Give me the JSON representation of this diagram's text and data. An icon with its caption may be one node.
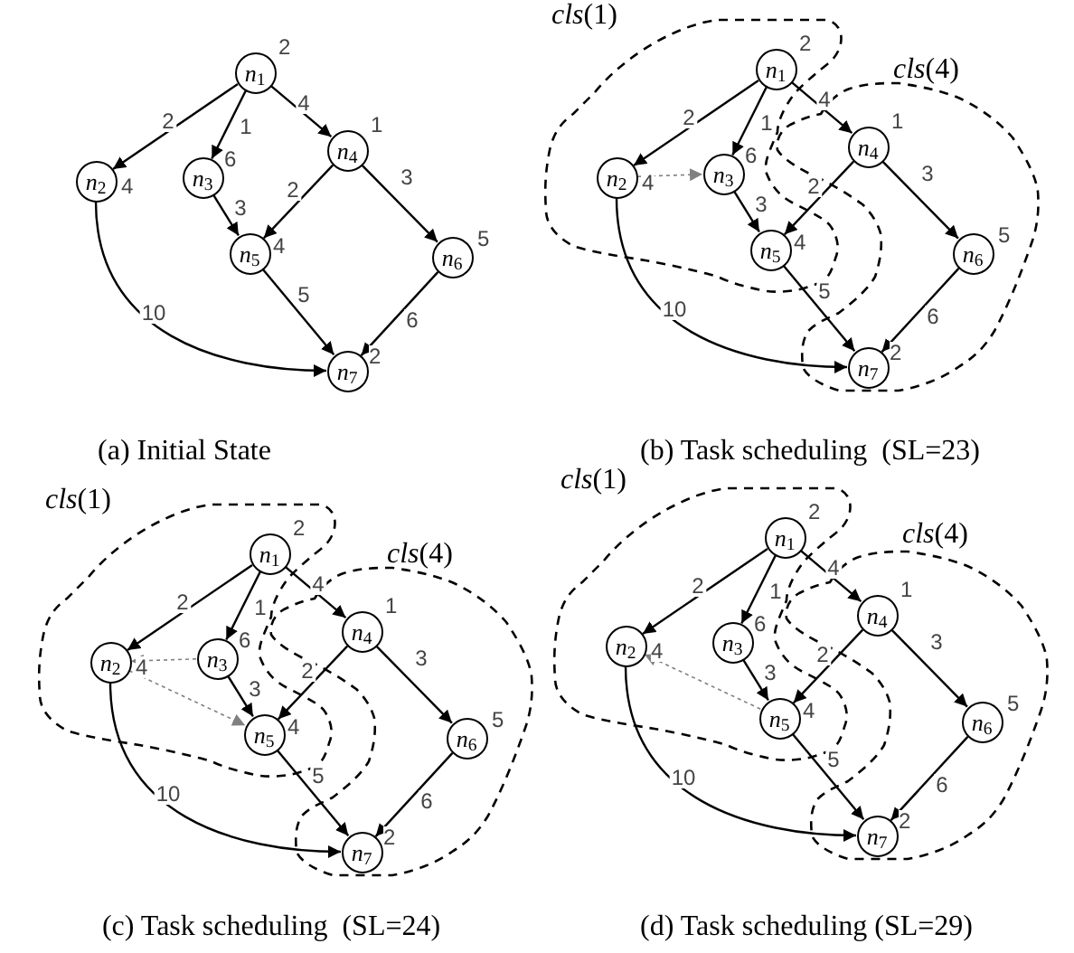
{
  "diagram": {
    "nodes": [
      {
        "text": [
          "*n*$_{1}$"
        ],
        "beside": [
          "2"
        ]
      },
      {
        "text": [
          "*n*$_{2}$"
        ],
        "beside": [
          "4"
        ]
      },
      {
        "text": [
          "*n*$_{3}$"
        ],
        "beside": [
          "6"
        ]
      },
      {
        "text": [
          "*n*$_{4}$"
        ],
        "beside": [
          "1"
        ]
      },
      {
        "text": [
          "*n*$_{5}$"
        ],
        "beside": [
          "4"
        ]
      },
      {
        "text": [
          "*n*$_{6}$"
        ],
        "beside": [
          "5"
        ]
      },
      {
        "text": [
          "*n*$_{7}$"
        ],
        "beside": [
          "2"
        ]
      },
      {
        "text": [
          "*n*$_{1}$"
        ],
        "beside": [
          "2"
        ]
      },
      {
        "text": [
          "*n*$_{2}$"
        ],
        "beside": [
          "4"
        ]
      },
      {
        "text": [
          "*n*$_{3}$"
        ],
        "beside": [
          "6"
        ]
      },
      {
        "text": [
          "*n*$_{4}$"
        ],
        "beside": [
          "1"
        ]
      },
      {
        "text": [
          "*n*$_{5}$"
        ],
        "beside": [
          "4"
        ]
      },
      {
        "text": [
          "*n*$_{6}$"
        ],
        "beside": [
          "5"
        ]
      },
      {
        "text": [
          "*n*$_{7}$"
        ],
        "beside": [
          "2"
        ]
      },
      {
        "text": [
          "*n*$_{1}$"
        ],
        "beside": [
          "2"
        ]
      },
      {
        "text": [
          "*n*$_{2}$"
        ],
        "beside": [
          "4"
        ]
      },
      {
        "text": [
          "*n*$_{3}$"
        ],
        "beside": [
          "6"
        ]
      },
      {
        "text": [
          "*n*$_{4}$"
        ],
        "beside": [
          "1"
        ]
      },
      {
        "text": [
          "*n*$_{5}$"
        ],
        "beside": [
          "4"
        ]
      },
      {
        "text": [
          "*n*$_{6}$"
        ],
        "beside": [
          "5"
        ]
      },
      {
        "text": [
          "*n*$_{7}$"
        ],
        "beside": [
          "2"
        ]
      },
      {
        "text": [
          "*n*$_{1}$"
        ],
        "beside": [
          "2"
        ]
      },
      {
        "text": [
          "*n*$_{2}$"
        ],
        "beside": [
          "4"
        ]
      },
      {
        "text": [
          "*n*$_{3}$"
        ],
        "beside": [
          "6"
        ]
      },
      {
        "text": [
          "*n*$_{4}$"
        ],
        "beside": [
          "1"
        ]
      },
      {
        "text": [
          "*n*$_{5}$"
        ],
        "beside": [
          "4"
        ]
      },
      {
        "text": [
          "*n*$_{6}$"
        ],
        "beside": [
          "5"
        ]
      },
      {
        "text": [
          "*n*$_{7}$"
        ],
        "beside": [
          "2"
        ]
      }
    ],
    "edges": [
      {
        "from": 0,
        "to": 1,
        "arrow": "to",
        "label": "2"
      },
      {
        "from": 0,
        "to": 2,
        "arrow": "to",
        "label": "1"
      },
      {
        "from": 0,
        "to": 3,
        "arrow": "to",
        "label": "4"
      },
      {
        "from": 1,
        "to": 6,
        "arrow": "to",
        "label": "10"
      },
      {
        "from": 2,
        "to": 4,
        "arrow": "to",
        "label": "3"
      },
      {
        "from": 3,
        "to": 4,
        "arrow": "to",
        "label": "2"
      },
      {
        "from": 3,
        "to": 5,
        "arrow": "to",
        "label": "3"
      },
      {
        "from": 4,
        "to": 6,
        "arrow": "to",
        "label": "5"
      },
      {
        "from": 5,
        "to": 6,
        "arrow": "to",
        "label": "6"
      },
      {
        "from": 7,
        "to": 8,
        "arrow": "to",
        "label": "2"
      },
      {
        "from": 7,
        "to": 9,
        "arrow": "to",
        "label": "1"
      },
      {
        "from": 7,
        "to": 10,
        "arrow": "to",
        "label": "4"
      },
      {
        "from": 8,
        "to": 13,
        "arrow": "to",
        "label": "10"
      },
      {
        "from": 9,
        "to": 11,
        "arrow": "to",
        "label": "3"
      },
      {
        "from": 10,
        "to": 11,
        "arrow": "to",
        "label": "2"
      },
      {
        "from": 10,
        "to": 12,
        "arrow": "to",
        "label": "3"
      },
      {
        "from": 11,
        "to": 13,
        "arrow": "to",
        "label": "5"
      },
      {
        "from": 12,
        "to": 13,
        "arrow": "to",
        "label": "6"
      },
      {
        "from": 8,
        "to": 9,
        "arrow": "to",
        "style": "dashed",
        "color": "#808080"
      },
      {
        "from": 14,
        "to": 15,
        "arrow": "to",
        "label": "2"
      },
      {
        "from": 14,
        "to": 16,
        "arrow": "to",
        "label": "1"
      },
      {
        "from": 14,
        "to": 17,
        "arrow": "to",
        "label": "4"
      },
      {
        "from": 15,
        "to": 20,
        "arrow": "to",
        "label": "10"
      },
      {
        "from": 16,
        "to": 18,
        "arrow": "to",
        "label": "3"
      },
      {
        "from": 17,
        "to": 18,
        "arrow": "to",
        "label": "2"
      },
      {
        "from": 17,
        "to": 19,
        "arrow": "to",
        "label": "3"
      },
      {
        "from": 18,
        "to": 20,
        "arrow": "to",
        "label": "5"
      },
      {
        "from": 19,
        "to": 20,
        "arrow": "to",
        "label": "6"
      },
      {
        "from": 16,
        "to": 15,
        "arrow": "to",
        "style": "dashed",
        "color": "#808080"
      },
      {
        "from": 15,
        "to": 18,
        "arrow": "to",
        "style": "dashed",
        "color": "#808080"
      },
      {
        "from": 21,
        "to": 22,
        "arrow": "to",
        "label": "2"
      },
      {
        "from": 21,
        "to": 23,
        "arrow": "to",
        "label": "1"
      },
      {
        "from": 21,
        "to": 24,
        "arrow": "to",
        "label": "4"
      },
      {
        "from": 22,
        "to": 27,
        "arrow": "to",
        "label": "10"
      },
      {
        "from": 23,
        "to": 25,
        "arrow": "to",
        "label": "3"
      },
      {
        "from": 24,
        "to": 25,
        "arrow": "to",
        "label": "2"
      },
      {
        "from": 24,
        "to": 26,
        "arrow": "to",
        "label": "3"
      },
      {
        "from": 25,
        "to": 27,
        "arrow": "to",
        "label": "5"
      },
      {
        "from": 26,
        "to": 27,
        "arrow": "to",
        "label": "6"
      },
      {
        "from": 25,
        "to": 22,
        "arrow": "to",
        "style": "dashed",
        "color": "#808080"
      }
    ],
    "labels": [
      "(a) Initial State",
      "*cls*(1)",
      "*cls*(4)",
      "(b) Task scheduling  (SL=23)",
      "*cls*(1)",
      "*cls*(4)",
      "(c) Task scheduling  (SL=24)",
      "*cls*(1)",
      "*cls*(4)",
      "(d) Task scheduling (SL=29)"
    ]
  }
}
